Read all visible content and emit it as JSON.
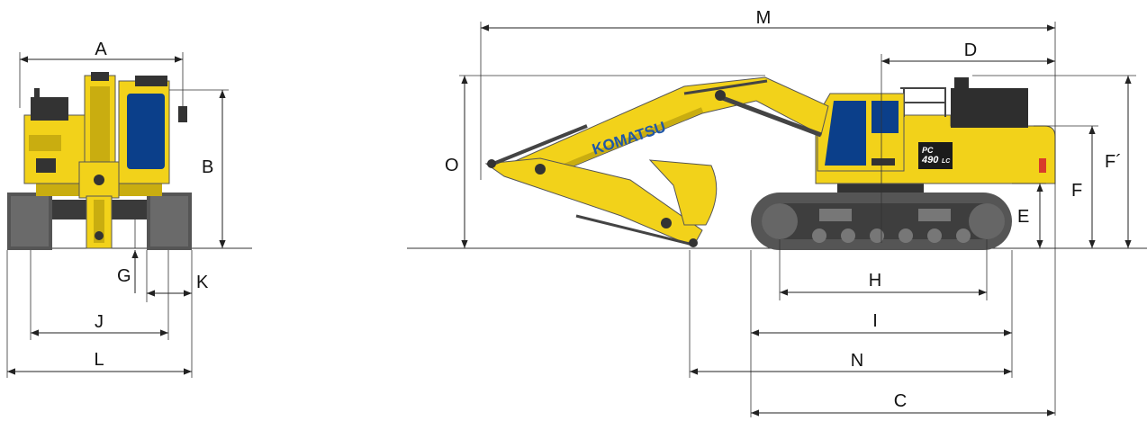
{
  "brand_text": "KOMATSU",
  "model_text": {
    "prefix": "PC",
    "number": "490",
    "suffix": "LC"
  },
  "labels": {
    "A": "A",
    "B": "B",
    "G": "G",
    "K": "K",
    "J": "J",
    "L": "L",
    "M": "M",
    "D": "D",
    "O": "O",
    "F_prime": "F´",
    "F": "F",
    "E": "E",
    "H": "H",
    "I": "I",
    "N": "N",
    "C": "C"
  },
  "colors": {
    "body": "#f2d21a",
    "body_shade": "#c9ad10",
    "dark": "#2e2e2e",
    "track": "#555555",
    "glass": "#0b3f8a",
    "brand": "#1f57a8"
  }
}
